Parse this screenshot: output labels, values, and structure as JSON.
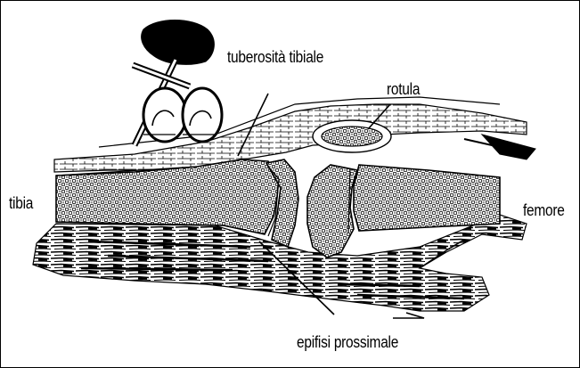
{
  "labels": {
    "tuberosita_tibiale": "tuberosità tibiale",
    "rotula": "rotula",
    "tibia": "tibia",
    "femore": "femore",
    "epifisi_prossimale": "epifisi prossimale"
  },
  "colors": {
    "ink": "#000000",
    "paper": "#ffffff"
  },
  "icons": {
    "needle": "syringe-icon"
  }
}
